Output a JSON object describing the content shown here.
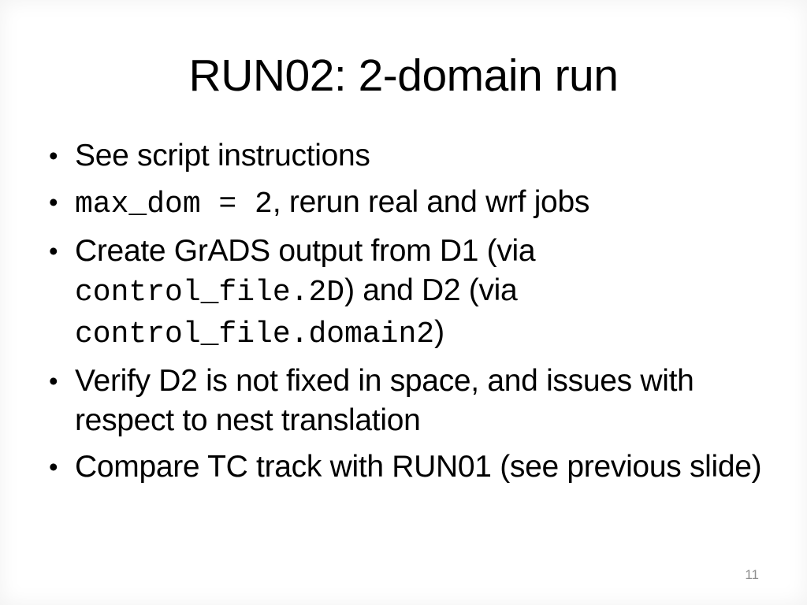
{
  "slide": {
    "title": "RUN02: 2-domain run",
    "bullet_char": "•",
    "bullets": [
      {
        "runs": [
          {
            "text": "See script instructions",
            "mono": false
          }
        ]
      },
      {
        "runs": [
          {
            "text": "max_dom = 2",
            "mono": true
          },
          {
            "text": ", rerun real and wrf jobs",
            "mono": false
          }
        ]
      },
      {
        "runs": [
          {
            "text": "Create GrADS output from D1 (via ",
            "mono": false
          },
          {
            "text": "control_file.2D",
            "mono": true
          },
          {
            "text": ") and D2 (via ",
            "mono": false
          },
          {
            "text": "control_file.domain2",
            "mono": true
          },
          {
            "text": ")",
            "mono": false
          }
        ]
      },
      {
        "runs": [
          {
            "text": "Verify D2 is not fixed in space, and issues with respect to nest translation",
            "mono": false
          }
        ]
      },
      {
        "runs": [
          {
            "text": "Compare TC track with RUN01 (see previous slide)",
            "mono": false
          }
        ]
      }
    ],
    "page_number": "11",
    "colors": {
      "background": "#ffffff",
      "text": "#000000",
      "page_number": "#8f8f8f"
    }
  }
}
